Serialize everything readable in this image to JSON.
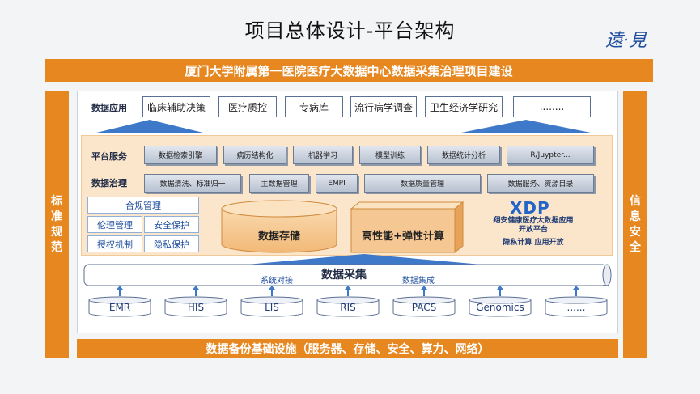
{
  "title": "项目总体设计-平台架构",
  "logo": "遠·見",
  "banner": "厦门大学附属第一医院医疗大数据中心数据采集治理项目建设",
  "left_side": "标准规范",
  "right_side": "信息安全",
  "app_section": {
    "label": "数据应用",
    "items": [
      "临床辅助决策",
      "医疗质控",
      "专病库",
      "流行病学调查",
      "卫生经济学研究",
      "........"
    ]
  },
  "platform_services": {
    "label": "平台服务",
    "items": [
      "数据检索引擎",
      "病历结构化",
      "机器学习",
      "模型训练",
      "数据统计分析",
      "R/Juypter..."
    ]
  },
  "governance": {
    "label": "数据治理",
    "items": [
      "数据清洗、标准归一",
      "主数据管理",
      "EMPI",
      "数据质量管理",
      "数据服务、资源目录"
    ]
  },
  "compliance": {
    "title": "合规管理",
    "items": [
      "伦理管理",
      "安全保护",
      "授权机制",
      "隐私保护"
    ]
  },
  "storage": "数据存储",
  "compute": "高性能+弹性计算",
  "xdp": {
    "logo": "XDP",
    "line1": "翔安健康医疗大数据应用",
    "line2": "开放平台",
    "line3": "隐私计算  应用开放"
  },
  "collection": {
    "title": "数据采集",
    "left": "系统对接",
    "right": "数据集成"
  },
  "sources": [
    "EMR",
    "HIS",
    "LIS",
    "RIS",
    "PACS",
    "Genomics",
    "......"
  ],
  "infra": "数据备份基础设施（服务器、存储、安全、算力、网络）"
}
